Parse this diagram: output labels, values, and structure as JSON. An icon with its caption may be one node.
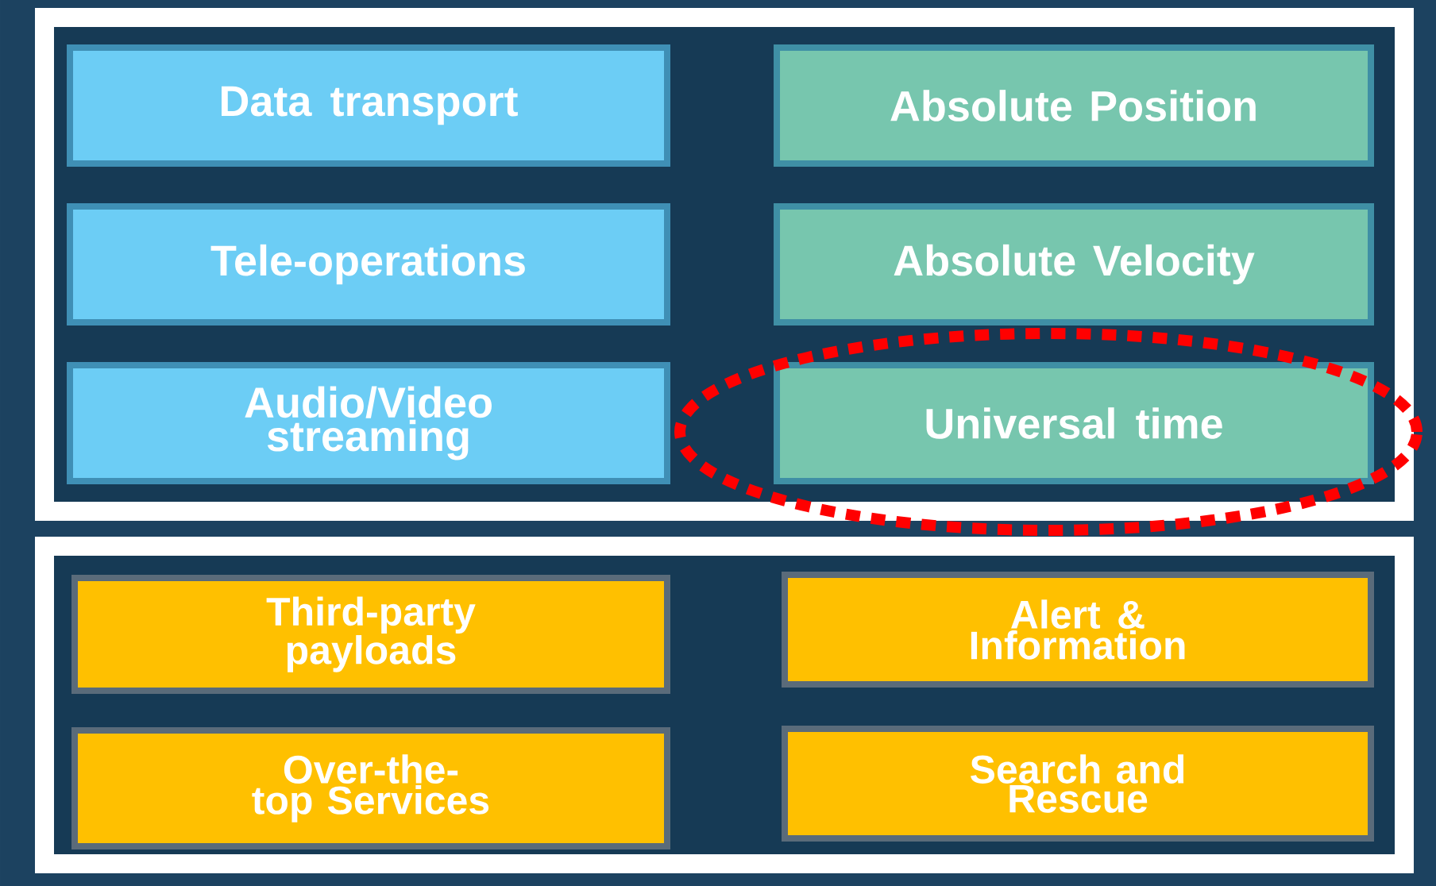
{
  "diagram": {
    "nodes": [
      {
        "text": [],
        "shape": "box"
      },
      {
        "text": [
          "Data transport"
        ],
        "in": 0
      },
      {
        "text": [
          "Absolute Position"
        ],
        "in": 0
      },
      {
        "text": [
          "Tele-operations"
        ],
        "in": 0
      },
      {
        "text": [
          "Absolute Velocity"
        ],
        "in": 0
      },
      {
        "text": [
          "Audio/Video streaming"
        ],
        "in": 0
      },
      {
        "text": [],
        "shape": "ellipse"
      },
      {
        "text": [
          "Universal time"
        ],
        "in": 6
      },
      {
        "text": [],
        "shape": "box"
      },
      {
        "text": [
          "Third-party payloads"
        ],
        "in": 8
      },
      {
        "text": [
          "Alert & Information"
        ],
        "in": 8
      },
      {
        "text": [
          "Over-the-top Services"
        ],
        "in": 8
      },
      {
        "text": [
          "Search and Rescue"
        ],
        "in": 8
      }
    ]
  }
}
